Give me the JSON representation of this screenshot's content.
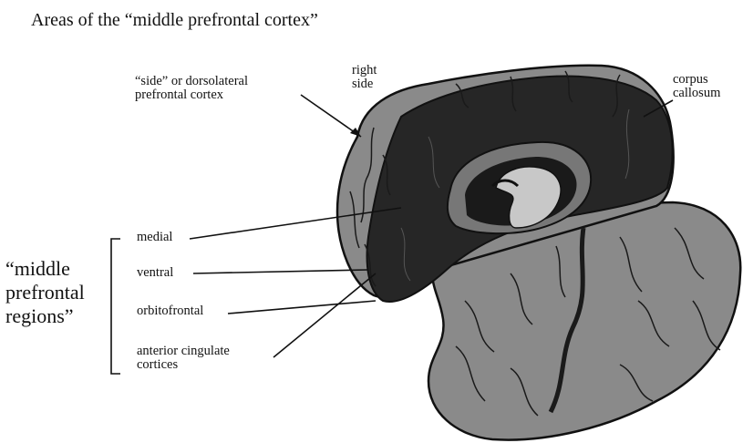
{
  "title": "Areas of the “middle prefrontal cortex”",
  "labels": {
    "side_line1": "“side” or dorsolateral",
    "side_line2": "prefrontal cortex",
    "right_line1": "right",
    "right_line2": "side",
    "corpus_line1": "corpus",
    "corpus_line2": "callosum",
    "medial": "medial",
    "ventral": "ventral",
    "orbitofrontal": "orbitofrontal",
    "acc_line1": "anterior cingulate",
    "acc_line2": "cortices",
    "group_line1": "“middle",
    "group_line2": "prefrontal",
    "group_line3": "regions”"
  },
  "colors": {
    "cortex_gray": "#8a8a8a",
    "medial_dark": "#262626",
    "cingulate_mid": "#777777",
    "ventricle_light": "#c8c8c8",
    "sulcus": "#1a1a1a",
    "ink": "#111111"
  }
}
